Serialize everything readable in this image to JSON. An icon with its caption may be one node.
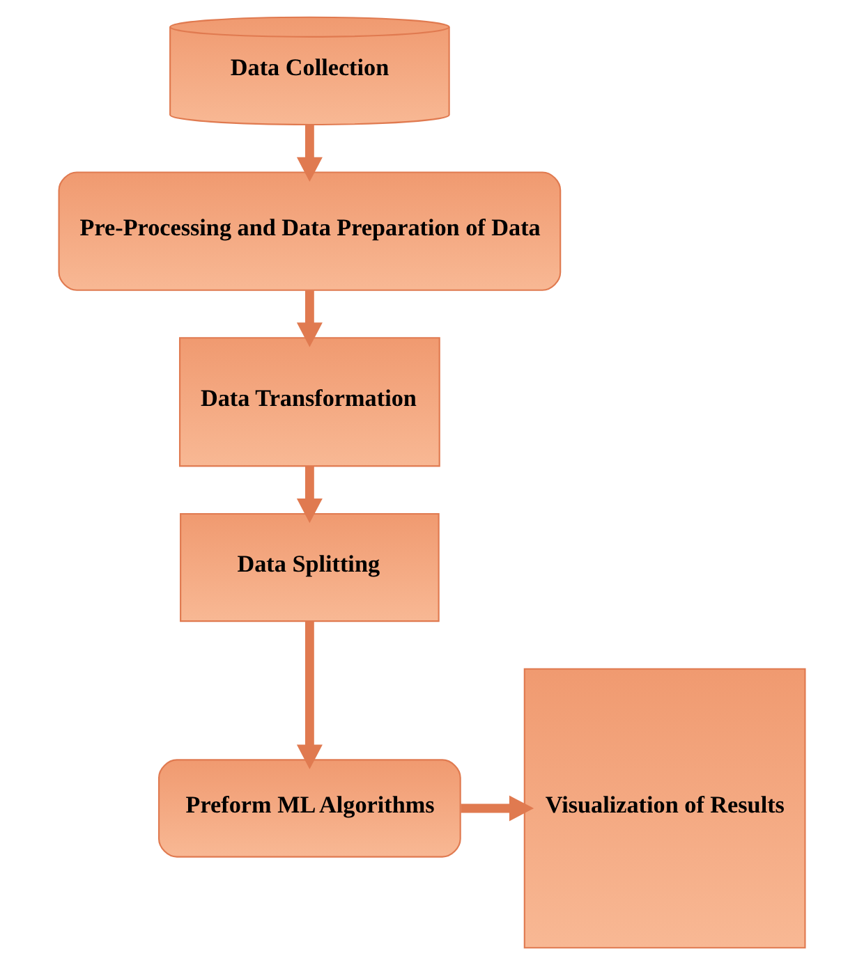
{
  "diagram": {
    "nodes": [
      {
        "text": [
          "Data Collection"
        ]
      },
      {
        "text": [
          "Pre-Processing and Data Preparation of Data"
        ]
      },
      {
        "text": [
          "Data Transformation"
        ]
      },
      {
        "text": [
          "Data Splitting"
        ]
      },
      {
        "text": [
          "Preform ML Algorithms"
        ]
      },
      {
        "text": [
          "Visualization of Results"
        ]
      }
    ],
    "edges": [
      {
        "from": 0,
        "to": 1,
        "arrow": "to"
      },
      {
        "from": 1,
        "to": 2,
        "arrow": "to"
      },
      {
        "from": 2,
        "to": 3,
        "arrow": "to"
      },
      {
        "from": 3,
        "to": 4,
        "arrow": "to"
      },
      {
        "from": 4,
        "to": 5,
        "arrow": "to"
      }
    ]
  }
}
